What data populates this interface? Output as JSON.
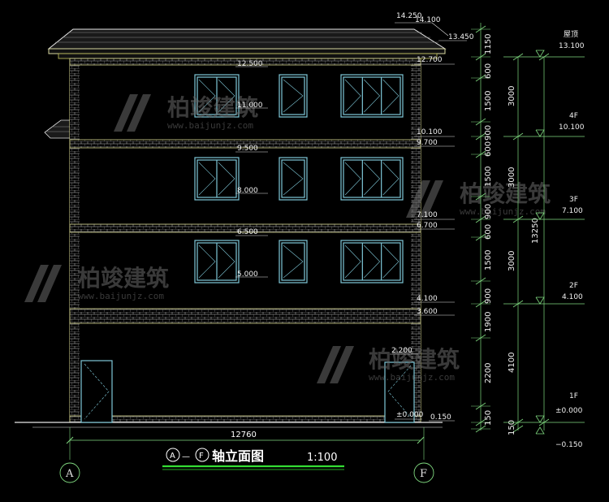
{
  "drawing": {
    "title_circ_a": "A",
    "title_dash": "—",
    "title_circ_f": "F",
    "title_text": "轴立面图",
    "scale": "1:100",
    "width_dim": "12760",
    "axis_left": "A",
    "axis_right": "F"
  },
  "watermarks": [
    {
      "brand": "柏竣建筑",
      "url": "www.baijunjz.com"
    },
    {
      "brand": "柏竣建筑",
      "url": "www.baijunjz.com"
    },
    {
      "brand": "柏竣建筑",
      "url": "www.baijunjz.com"
    },
    {
      "brand": "柏竣建筑",
      "url": "www.baijunjz.com"
    }
  ],
  "elevation_marks": {
    "roof_top_a": "14.250",
    "roof_top_b": "14.100",
    "roof_eave": "13.450",
    "parapet_top": "12.700",
    "win3_top": "12.500",
    "win3_bottom": "11.000",
    "fl4_a": "10.100",
    "fl4_b": "9.700",
    "win2_top": "9.500",
    "win2_bottom": "8.000",
    "fl3_a": "7.100",
    "fl3_b": "6.700",
    "win1_top": "6.500",
    "win1_bottom": "5.000",
    "fl2_a": "4.100",
    "fl2_b": "3.600",
    "door_top": "2.200",
    "ground_a": "±0.000",
    "ground_b": "0.150"
  },
  "dims_col1": [
    "1150",
    "600",
    "1500",
    "900",
    "600",
    "1500",
    "900",
    "600",
    "1500",
    "900",
    "1900",
    "2200",
    "150"
  ],
  "dims_col2": [
    "3000",
    "3000",
    "3000",
    "4100",
    "150"
  ],
  "dims_total": "13250",
  "levels": [
    {
      "name": "屋顶",
      "value": "13.100"
    },
    {
      "name": "4F",
      "value": "10.100"
    },
    {
      "name": "3F",
      "value": "7.100"
    },
    {
      "name": "2F",
      "value": "4.100"
    },
    {
      "name": "1F",
      "value": "±0.000"
    }
  ],
  "ground_level": "−0.150"
}
